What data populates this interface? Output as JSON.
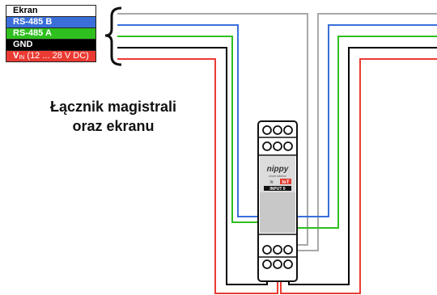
{
  "legend": {
    "shield": "Ekran",
    "rs485b": "RS-485 B",
    "rs485a": "RS-485 A",
    "gnd": "GND",
    "vin_prefix": "V",
    "vin_sub": "IN",
    "vin_range": " (12 ... 28 V DC)"
  },
  "title": {
    "line1": "Łącznik magistrali",
    "line2": "oraz ekranu"
  },
  "device": {
    "brand": "nippy",
    "tagline": "smart solution",
    "badge": "IoT",
    "port_label": "INPUT 0"
  },
  "colors": {
    "shield": "#a8a8a8",
    "rs485b": "#3a6fd9",
    "rs485a": "#2fbf1f",
    "gnd": "#000000",
    "vin": "#ea3b33"
  }
}
